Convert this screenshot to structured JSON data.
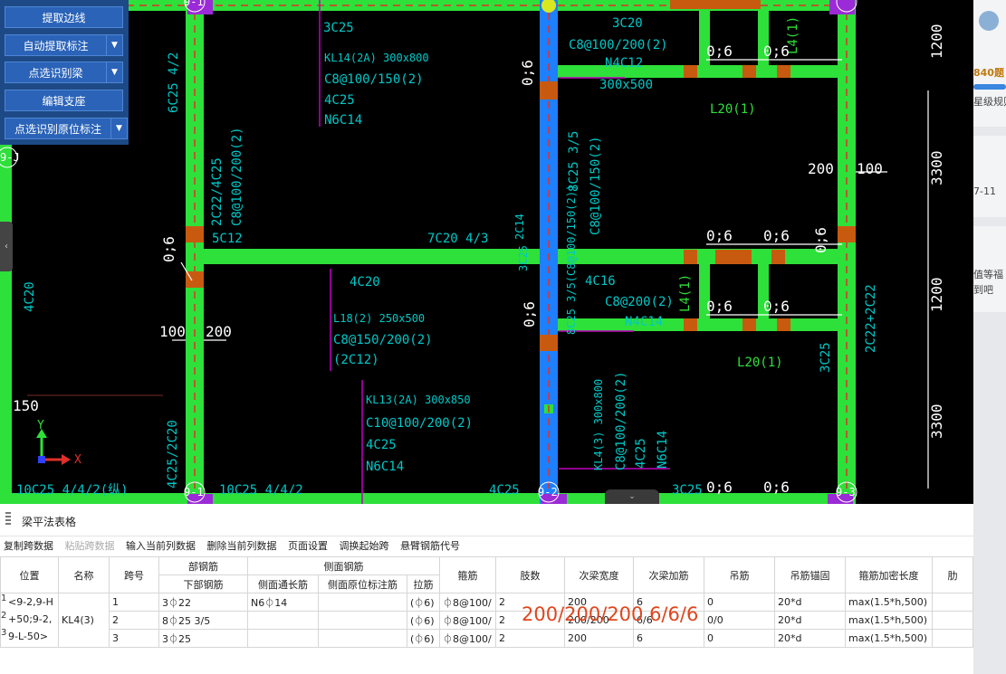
{
  "toolbar": {
    "btn_extract_edge": "提取边线",
    "btn_auto_extract": "自动提取标注",
    "btn_pick_beam": "点选识别梁",
    "btn_edit_support": "编辑支座",
    "btn_pick_in_situ": "点选识别原位标注"
  },
  "cad": {
    "grid_top_left": "9-1",
    "grid_bottom_1": "9-1",
    "grid_bottom_2": "9-2",
    "grid_bottom_3": "9-3",
    "grid_left": "9-J",
    "t_3c25": "3C25",
    "t_kl14": "KL14(2A) 300x800",
    "t_kl14_s": "C8@100/150(2)",
    "t_kl14_t": "4C25",
    "t_kl14_n": "N6C14",
    "t_3c20": "3C20",
    "t_c8_200": "C8@100/200(2)",
    "t_n4c12": "N4C12",
    "t_300x500": "300x500",
    "t_l20": "L20(1)",
    "t_l20b": "L20(1)",
    "t_6c25": "6C25 4/2",
    "t_2c22": "2C22/4C25",
    "t_c8_200b": "C8@100/200(2)",
    "t_5c12": "5C12",
    "t_7c20": "7C20 4/3",
    "t_4c20": "4C20",
    "t_4c20b": "4C20",
    "t_2c14": "2C14",
    "t_3c25b": "3C25",
    "t_l18": "L18(2) 250x500",
    "t_l18s": "C8@150/200(2)",
    "t_l18t": "(2C12)",
    "t_4c16": "4C16",
    "t_c8200": "C8@200(2)",
    "t_n4c14": "N4C14",
    "t_kl13": "KL13(2A) 300x850",
    "t_kl13s": "C10@100/200(2)",
    "t_kl13t": "4C25",
    "t_kl13n": "N6C14",
    "t_kl4v": "KL4(3) 300x800",
    "t_kl4v2": "C8@100/200(2)",
    "t_kl4v3": "4C25",
    "t_kl4v4": "N6C14",
    "t_vert1": "8C25 3/5(C8@100/150(2))",
    "t_vert2": "C8@100/150(2)",
    "t_vert3": "8C25 3/5",
    "t_4c25_2c20": "4C25/2C20",
    "t_10c25a": "10C25 4/4/2(纵)",
    "t_10c25b": "10C25 4/4/2",
    "t_4c25b": "4C25",
    "t_3c25c": "3C25",
    "t_3c25d": "3C25",
    "t_2c22b": "2C22+2C22",
    "t_06a": "0;6",
    "t_06b": "0;6",
    "t_06c": "0;6",
    "t_06d": "0;6",
    "t_06e": "0;6",
    "t_06f": "0;6",
    "t_06g": "0;6",
    "t_06h": "0;6",
    "t_06i": "0;6",
    "t_06j": "0;6",
    "t_06k": "0;6",
    "t_06l": "0;6",
    "t_l4a": "L4(1)",
    "t_l4b": "L4(1)",
    "t_100": "100",
    "t_200": "200",
    "t_200b": "200",
    "t_100b": "100",
    "t_150": "150",
    "dim_1200a": "1200",
    "dim_3300a": "3300",
    "dim_1200b": "1200",
    "dim_3300b": "3300",
    "axis_x": "X",
    "axis_y": "Y"
  },
  "right": {
    "t1": "840题",
    "t2": "星级规则",
    "t3": "7-11",
    "t4": "值等福",
    "t5": "到吧"
  },
  "panel": {
    "title": "梁平法表格",
    "tools": [
      "复制跨数据",
      "粘贴跨数据",
      "输入当前列数据",
      "删除当前列数据",
      "页面设置",
      "调换起始跨",
      "悬臂钢筋代号"
    ],
    "h_position": "位置",
    "h_name": "名称",
    "h_span": "跨号",
    "h_bottom_group": "部钢筋",
    "h_bottom": "下部钢筋",
    "h_side_group": "侧面钢筋",
    "h_side_through": "侧面通长筋",
    "h_side_in_situ": "侧面原位标注筋",
    "h_tie": "拉筋",
    "h_stirrup": "箍筋",
    "h_legs": "肢数",
    "h_sec_width": "次梁宽度",
    "h_sec_add": "次梁加筋",
    "h_hanger": "吊筋",
    "h_hanger_anchor": "吊筋锚固",
    "h_stirrup_len": "箍筋加密长度",
    "h_more": "肋",
    "position": "<9-2,9-H+50;9-2,9-L-50>",
    "position_l1": "<9-2,9-H",
    "position_l2": "+50;9-2,",
    "position_l3": "9-L-50>",
    "name": "KL4(3)",
    "rows": [
      {
        "num": "1",
        "span": "1",
        "bottom": "3⏀22",
        "side": "N6⏀14",
        "tie": "(⏀6)",
        "stirrup": "⏀8@100/",
        "legs": "2",
        "sw": "200",
        "sa": "6",
        "hg": "0",
        "ha": "20*d",
        "sl": "max(1.5*h,500)"
      },
      {
        "num": "2",
        "span": "2",
        "bottom": "8⏀25 3/5",
        "side": "",
        "tie": "(⏀6)",
        "stirrup": "⏀8@100/",
        "legs": "2",
        "sw": "200/200",
        "sa": "6/6",
        "hg": "0/0",
        "ha": "20*d",
        "sl": "max(1.5*h,500)"
      },
      {
        "num": "3",
        "span": "3",
        "bottom": "3⏀25",
        "side": "",
        "tie": "(⏀6)",
        "stirrup": "⏀8@100/",
        "legs": "2",
        "sw": "200",
        "sa": "6",
        "hg": "0",
        "ha": "20*d",
        "sl": "max(1.5*h,500)"
      }
    ],
    "overlay": "200/200/200  6/6/6"
  },
  "colors": {
    "beam": "#2ee03a",
    "selected": "#1e7fff",
    "text": "#00c8c8",
    "label": "#2ee03a",
    "magenta": "#c000c0"
  }
}
